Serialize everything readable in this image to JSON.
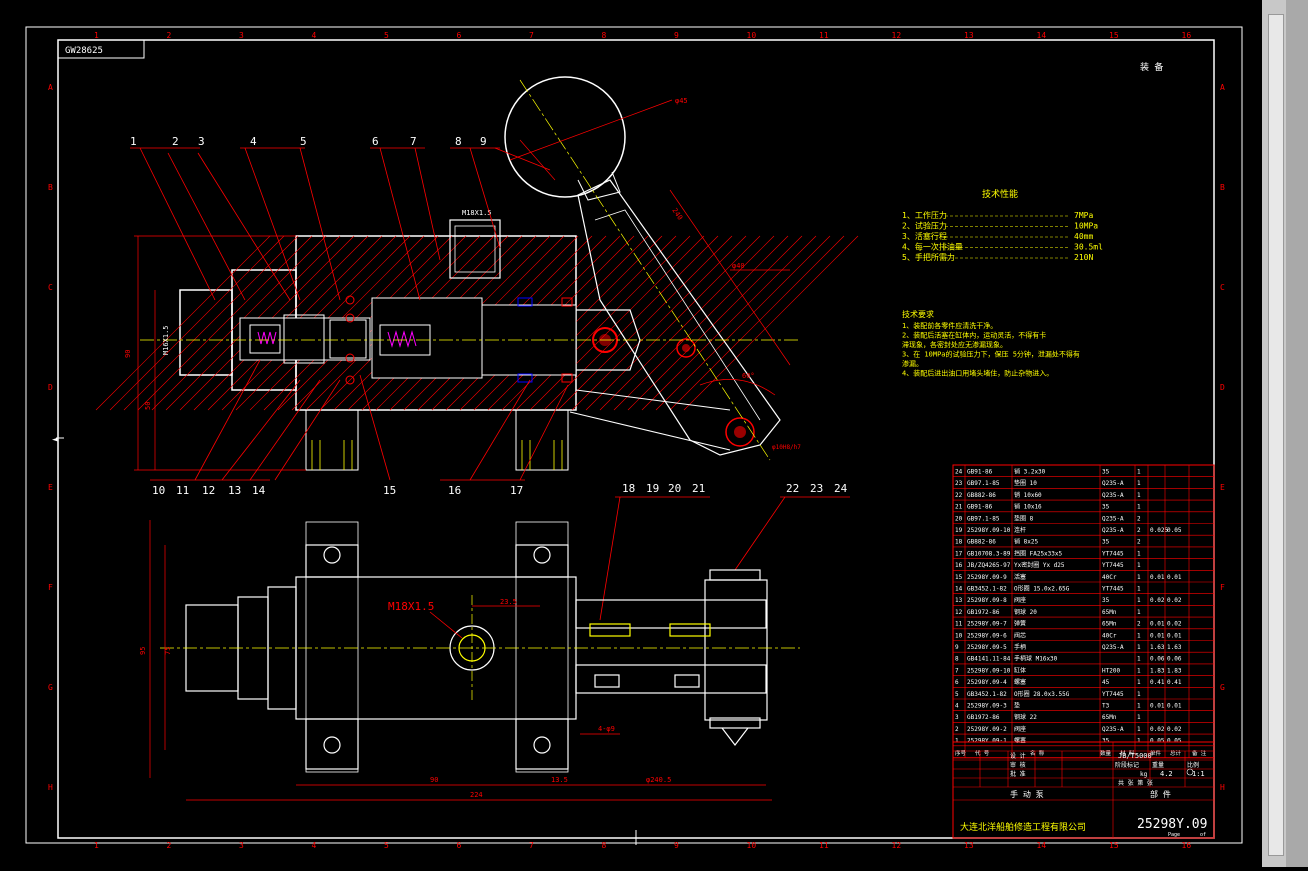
{
  "drawing_code": "GW28625",
  "top_right_label": "装 备",
  "grid_columns": [
    "1",
    "2",
    "3",
    "4",
    "5",
    "6",
    "7",
    "8",
    "9",
    "10",
    "11",
    "12",
    "13",
    "14",
    "15",
    "16"
  ],
  "grid_rows": [
    "A",
    "B",
    "C",
    "D",
    "E",
    "F",
    "G",
    "H"
  ],
  "balloons_top": [
    "1",
    "2",
    "3",
    "4",
    "5",
    "6",
    "7",
    "8",
    "9"
  ],
  "balloons_bottom": [
    "10",
    "11",
    "12",
    "13",
    "14",
    "15",
    "16",
    "17"
  ],
  "balloons_plan_top": [
    "18",
    "19",
    "20",
    "21",
    "22",
    "23",
    "24"
  ],
  "thread_label_section": "M18X1.5",
  "thread_label_plan": "M18X1.5",
  "tech_params_title": "技术性能",
  "tech_params": [
    {
      "n": "1、工作压力",
      "v": "7MPa"
    },
    {
      "n": "2、试验压力",
      "v": "10MPa"
    },
    {
      "n": "3、活塞行程",
      "v": "40mm"
    },
    {
      "n": "4、每一次排油量",
      "v": "30.5ml"
    },
    {
      "n": "5、手把所需力",
      "v": "210N"
    }
  ],
  "tech_req_title": "技术要求",
  "tech_req": [
    "1、装配前各零件应清洗干净。",
    "2、装配后活塞在缸体内，运动灵活，不得有卡",
    "   滞现象，各密封处应无渗漏现象。",
    "3、在 10MPa的试验压力下，保压   5分钟，泄漏处不得有",
    "   渗漏。",
    "4、装配后进出油口用堵头堵住，防止杂物进入。"
  ],
  "dimensions": {
    "plan_overall": "224",
    "plan_a": "90",
    "plan_b": "13.5",
    "plan_c": "φ240.5",
    "plan_d": "23.5",
    "plan_e": "4-φ9",
    "plan_h": "95",
    "plan_w": "75",
    "sect_h": "90",
    "sect_h2": "50",
    "sect_m": "M16X1.5",
    "handle_len": "240",
    "ball": "φ45",
    "angle": "60°",
    "phi40": "φ40",
    "pin": "φ10H8/h7"
  },
  "bom_rows": [
    [
      "24",
      "GB91-86",
      "销 3.2x30",
      "35",
      "1",
      "",
      ""
    ],
    [
      "23",
      "GB97.1-85",
      "垫圈 10",
      "Q235-A",
      "1",
      "",
      ""
    ],
    [
      "22",
      "GB882-86",
      "销 10x60",
      "Q235-A",
      "1",
      "",
      ""
    ],
    [
      "21",
      "GB91-86",
      "销 10x16",
      "35",
      "1",
      "",
      ""
    ],
    [
      "20",
      "GB97.1-85",
      "垫圈 8",
      "Q235-A",
      "2",
      "",
      ""
    ],
    [
      "19",
      "25298Y.09-10",
      "连杆",
      "Q235-A",
      "2",
      "0.025",
      "0.05"
    ],
    [
      "18",
      "GB882-86",
      "销 8x25",
      "35",
      "2",
      "",
      ""
    ],
    [
      "17",
      "GB10708.3-89",
      "挡圈 FA25x33x5",
      "YT7445",
      "1",
      "",
      ""
    ],
    [
      "16",
      "JB/ZQ4265-97",
      "Yx密封圈 Yx d25",
      "YT7445",
      "1",
      "",
      ""
    ],
    [
      "15",
      "25298Y.09-9",
      "活塞",
      "40Cr",
      "1",
      "0.01",
      "0.01"
    ],
    [
      "14",
      "GB3452.1-82",
      "O形圈 15.0x2.65G",
      "YT7445",
      "1",
      "",
      ""
    ],
    [
      "13",
      "25298Y.09-8",
      "阀座",
      "35",
      "1",
      "0.02",
      "0.02"
    ],
    [
      "12",
      "GB1972-86",
      "钢球 20",
      "65Mn",
      "1",
      "",
      ""
    ],
    [
      "11",
      "25298Y.09-7",
      "弹簧",
      "65Mn",
      "2",
      "0.01",
      "0.02"
    ],
    [
      "10",
      "25298Y.09-6",
      "阀芯",
      "40Cr",
      "1",
      "0.01",
      "0.01"
    ],
    [
      "9",
      "25298Y.09-5",
      "手柄",
      "Q235-A",
      "1",
      "1.63",
      "1.63"
    ],
    [
      "8",
      "GB4141.11-84",
      "手柄球 M16x30",
      "",
      "1",
      "0.06",
      "0.06"
    ],
    [
      "7",
      "25298Y.09-10",
      "缸体",
      "HT200",
      "1",
      "1.83",
      "1.83"
    ],
    [
      "6",
      "25298Y.09-4",
      "螺塞",
      "45",
      "1",
      "0.41",
      "0.41"
    ],
    [
      "5",
      "GB3452.1-82",
      "O形圈 28.0x3.55G",
      "YT7445",
      "1",
      "",
      ""
    ],
    [
      "4",
      "25298Y.09-3",
      "垫",
      "T3",
      "1",
      "0.01",
      "0.01"
    ],
    [
      "3",
      "GB1972-86",
      "钢球 22",
      "65Mn",
      "1",
      "",
      ""
    ],
    [
      "2",
      "25298Y.09-2",
      "阀座",
      "Q235-A",
      "1",
      "0.02",
      "0.02"
    ],
    [
      "1",
      "25298Y.09-1",
      "螺塞",
      "35",
      "1",
      "0.05",
      "0.05"
    ]
  ],
  "bom_header": [
    "序号",
    "代 号",
    "名 称",
    "数量",
    "材 料",
    "单件",
    "总计",
    "备 注"
  ],
  "title_block": {
    "drawing_name": "手 动 泵",
    "drawing_no": "25298Y.09",
    "company": "大连北洋船舶修造工程有限公司",
    "material_code": "JB/T5000",
    "scale": "1:1",
    "weight": "4.2",
    "sheet": "共 张 第 张",
    "design_label": "设 计",
    "check_label": "审 核",
    "approve_label": "批 准",
    "stage_label": "阶段标记",
    "weight_label": "重量",
    "scale_label": "比例",
    "parts_label": "部 件",
    "kg": "kg",
    "page_label": "Page",
    "of_label": "of"
  },
  "colors": {
    "background": "#000000",
    "frame": "#ffffff",
    "leader": "#ff0000",
    "center": "#ffff00",
    "hatch": "#ff0000",
    "text": "#ffffff",
    "table": "#ff0000",
    "magenta": "#ff00ff",
    "blue": "#0000ff"
  }
}
